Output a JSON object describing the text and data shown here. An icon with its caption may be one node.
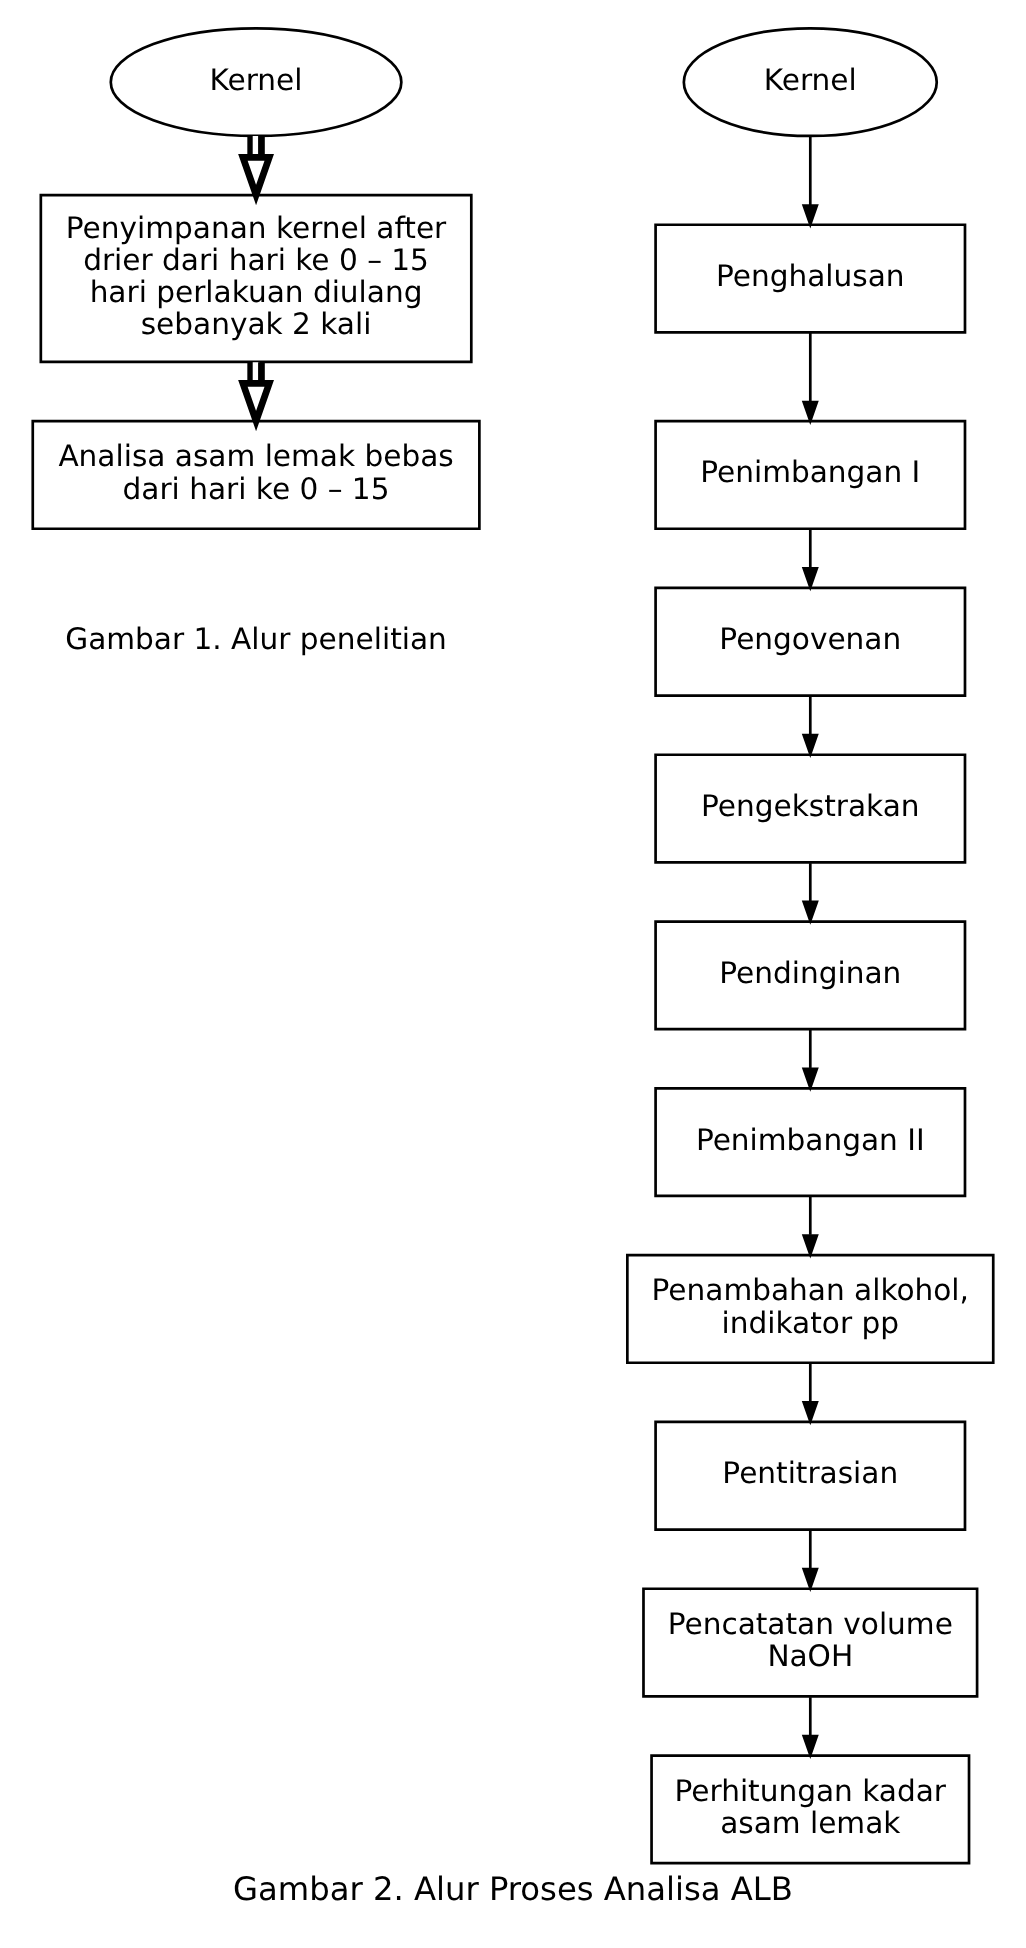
{
  "diagram": {
    "caption": "Gambar 2. Alur Proses Analisa ALB",
    "nodes": [
      {
        "text": [
          "Kernel"
        ]
      },
      {
        "text": [
          "Penyimpanan kernel after drier dari hari ke 0 – 15 hari perlakuan diulang sebanyak 2 kali"
        ]
      },
      {
        "text": [
          "Analisa asam lemak bebas dari hari ke 0 – 15"
        ]
      },
      {
        "text": [
          "Kernel"
        ]
      },
      {
        "text": [
          "Penghalusan"
        ]
      },
      {
        "text": [
          "Penimbangan I"
        ]
      },
      {
        "text": [
          "Pengovenan"
        ]
      },
      {
        "text": [
          "Pengekstrakan"
        ]
      },
      {
        "text": [
          "Pendinginan"
        ]
      },
      {
        "text": [
          "Penimbangan II"
        ]
      },
      {
        "text": [
          "Penambahan alkohol, indikator pp"
        ]
      },
      {
        "text": [
          "Pentitrasian"
        ]
      },
      {
        "text": [
          "Pencatatan volume NaOH"
        ]
      },
      {
        "text": [
          "Perhitungan kadar asam lemak"
        ]
      }
    ],
    "edges": [
      {
        "from": 0,
        "to": 1,
        "arrow": "to",
        "style": "thick"
      },
      {
        "from": 1,
        "to": 2,
        "arrow": "to",
        "style": "thick"
      },
      {
        "from": 3,
        "to": 4,
        "arrow": "to"
      },
      {
        "from": 4,
        "to": 5,
        "arrow": "to"
      },
      {
        "from": 5,
        "to": 6,
        "arrow": "to"
      },
      {
        "from": 6,
        "to": 7,
        "arrow": "to"
      },
      {
        "from": 7,
        "to": 8,
        "arrow": "to"
      },
      {
        "from": 8,
        "to": 9,
        "arrow": "to"
      },
      {
        "from": 9,
        "to": 10,
        "arrow": "to"
      },
      {
        "from": 10,
        "to": 11,
        "arrow": "to"
      },
      {
        "from": 11,
        "to": 12,
        "arrow": "to"
      },
      {
        "from": 12,
        "to": 13,
        "arrow": "to"
      }
    ],
    "labels": [
      "Gambar 1. Alur penelitian"
    ]
  }
}
